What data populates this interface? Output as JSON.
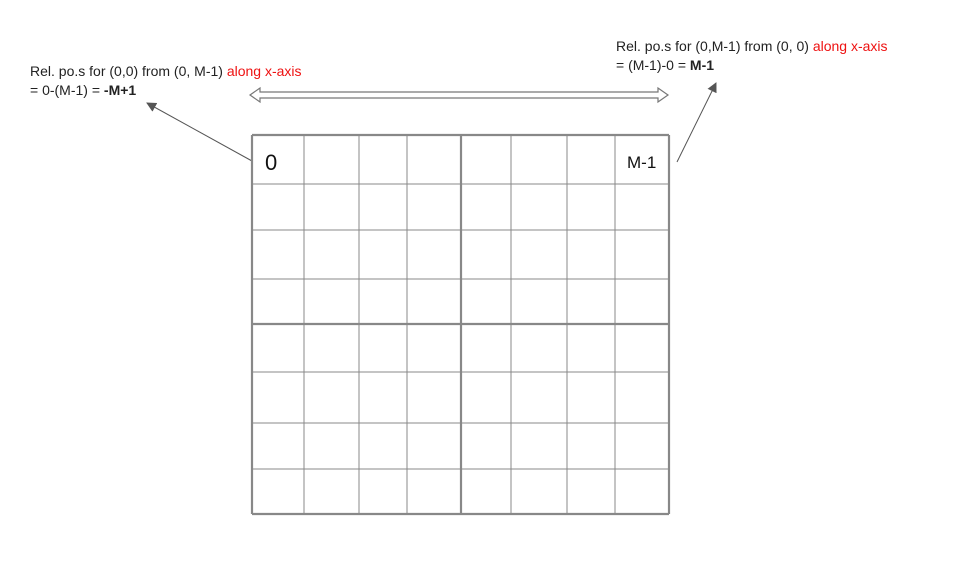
{
  "annotation_left": {
    "line1_prefix": "Rel. po.s for (0,0) from (0, M-1) ",
    "line1_highlight": "along x-axis",
    "line2_prefix": "= 0-(M-1) = ",
    "line2_bold": "-M+1"
  },
  "annotation_right": {
    "line1_prefix": "Rel. po.s for (0,M-1) from (0, 0) ",
    "line1_highlight": "along x-axis",
    "line2_prefix": "= (M-1)-0 = ",
    "line2_bold": "M-1"
  },
  "grid": {
    "rows": 8,
    "cols": 8,
    "first_cell_label": "0",
    "last_cell_label": "M-1"
  },
  "colors": {
    "highlight": "#ee1111",
    "grid_line": "#888888",
    "arrow": "#555555"
  }
}
